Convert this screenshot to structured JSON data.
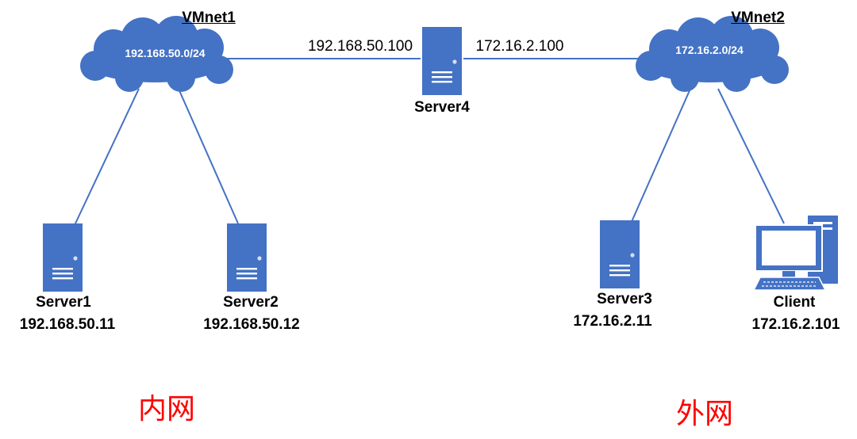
{
  "colors": {
    "device": "#4472c4",
    "link": "#4472c4",
    "zone_label": "#ff0000",
    "cloud_text": "#ffffff"
  },
  "networks": [
    {
      "title": "VMnet1",
      "subnet": "192.168.50.0/24"
    },
    {
      "title": "VMnet2",
      "subnet": "172.16.2.0/24"
    }
  ],
  "router": {
    "name": "Server4",
    "left_ip": "192.168.50.100",
    "right_ip": "172.16.2.100",
    "icon": "server-tower-icon"
  },
  "hosts": [
    {
      "name": "Server1",
      "ip": "192.168.50.11",
      "icon": "server-tower-icon"
    },
    {
      "name": "Server2",
      "ip": "192.168.50.12",
      "icon": "server-tower-icon"
    },
    {
      "name": "Server3",
      "ip": "172.16.2.11",
      "icon": "server-tower-icon"
    },
    {
      "name": "Client",
      "ip": "172.16.2.101",
      "icon": "desktop-computer-icon"
    }
  ],
  "zones": {
    "internal": "内网",
    "external": "外网"
  }
}
